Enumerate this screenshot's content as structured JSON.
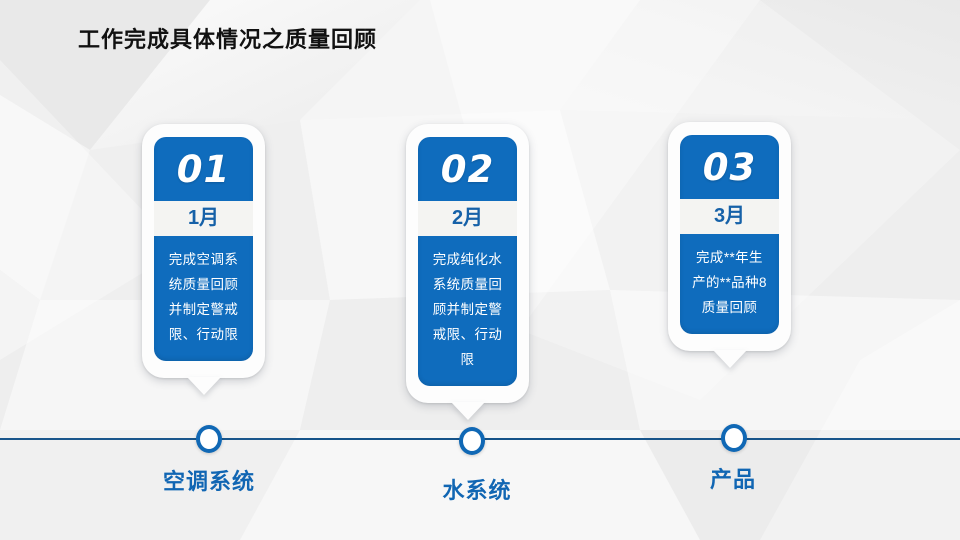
{
  "slide": {
    "title": "工作完成具体情况之质量回顾",
    "accent_color": "#0f6cbd",
    "accent_dark": "#17548a",
    "label_color": "#1166b3",
    "background_color": "#f2f2f2"
  },
  "timeline": {
    "axis_color": "#17548a",
    "nodes": [
      {
        "label": "空调系统"
      },
      {
        "label": "水系统"
      },
      {
        "label": "产品"
      }
    ]
  },
  "cards": [
    {
      "number": "01",
      "month": "1月",
      "body": "完成空调系统质量回顾并制定警戒限、行动限"
    },
    {
      "number": "02",
      "month": "2月",
      "body": "完成纯化水系统质量回顾并制定警戒限、行动限"
    },
    {
      "number": "03",
      "month": "3月",
      "body": "完成**年生产的**品种8质量回顾"
    }
  ]
}
